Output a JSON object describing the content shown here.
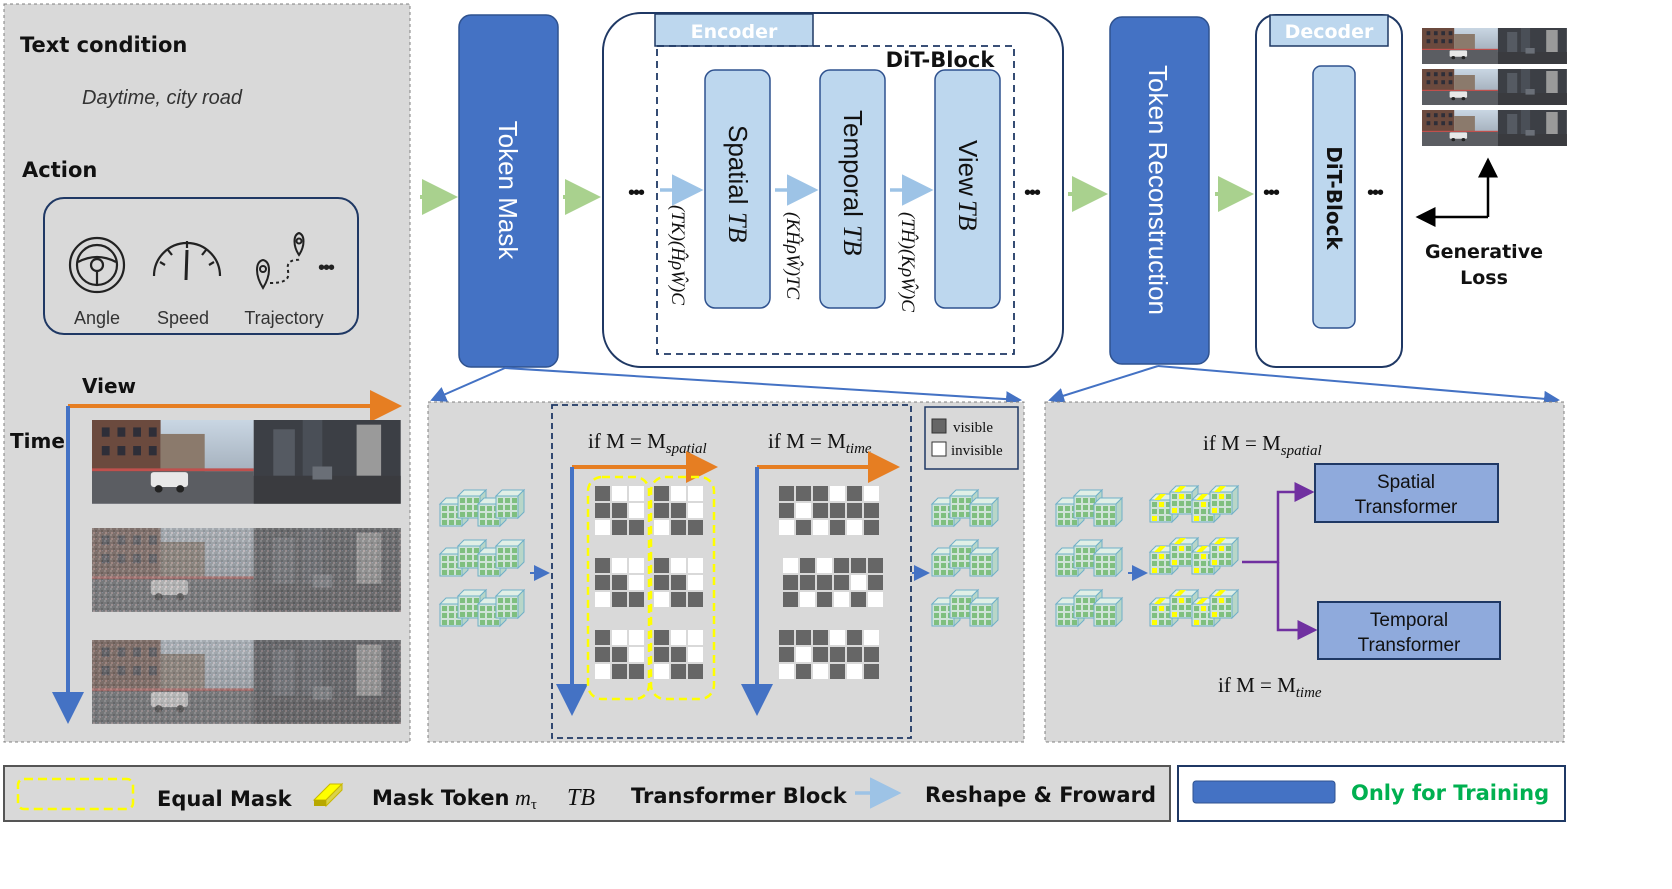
{
  "left_panel": {
    "text_condition_title": "Text condition",
    "text_condition_value": "Daytime, city road",
    "action_title": "Action",
    "actions": [
      {
        "label": "Angle",
        "icon": "steering-wheel-icon"
      },
      {
        "label": "Speed",
        "icon": "speedometer-icon"
      },
      {
        "label": "Trajectory",
        "icon": "trajectory-pin-icon"
      }
    ],
    "more": "•••",
    "view_label": "View",
    "time_label": "Time"
  },
  "pipeline": {
    "token_mask": "Token Mask",
    "encoder": "Encoder",
    "dit_block": "DiT-Block",
    "spatial_tb": "Spatial",
    "temporal_tb": "Temporal",
    "view_tb": "View",
    "tb": "TB",
    "reshape_1": "(TK)(ĤρŴ)C",
    "reshape_2": "(KĤρŴ)TC",
    "reshape_3": "(TĤ)(KρŴ)C",
    "token_reconstruction": "Token Reconstruction",
    "decoder": "Decoder",
    "decoder_block": "DiT-Block",
    "generative_loss_1": "Generative",
    "generative_loss_2": "Loss",
    "ellipsis": "•••"
  },
  "mask_panel": {
    "if_spatial": "if M = M",
    "spatial_sub": "spatial",
    "if_time": "if M = M",
    "time_sub": "time",
    "legend_visible": "visible",
    "legend_invisible": "invisible"
  },
  "recon_panel": {
    "if_spatial": "if M = M",
    "spatial_sub": "spatial",
    "if_time": "if M = M",
    "time_sub": "time",
    "spatial_transformer_1": "Spatial",
    "spatial_transformer_2": "Transformer",
    "temporal_transformer_1": "Temporal",
    "temporal_transformer_2": "Transformer"
  },
  "legend": {
    "equal_mask": "Equal Mask",
    "mask_token": "Mask Token",
    "mask_token_sym": "m",
    "mask_token_sub": "τ",
    "tb": "TB",
    "transformer_block": "Transformer Block",
    "reshape_forward": "Reshape & Froward",
    "only_training": "Only for Training"
  },
  "colors": {
    "dark_blue": "#4472c4",
    "light_blue": "#bdd7ee",
    "panel_gray": "#d9d9d9",
    "orange": "#e67e22",
    "green_arrow": "#a9d18e",
    "mask_dark": "#666666",
    "yellow": "#ffff00",
    "purple": "#7030a0",
    "green_text": "#00b050"
  }
}
